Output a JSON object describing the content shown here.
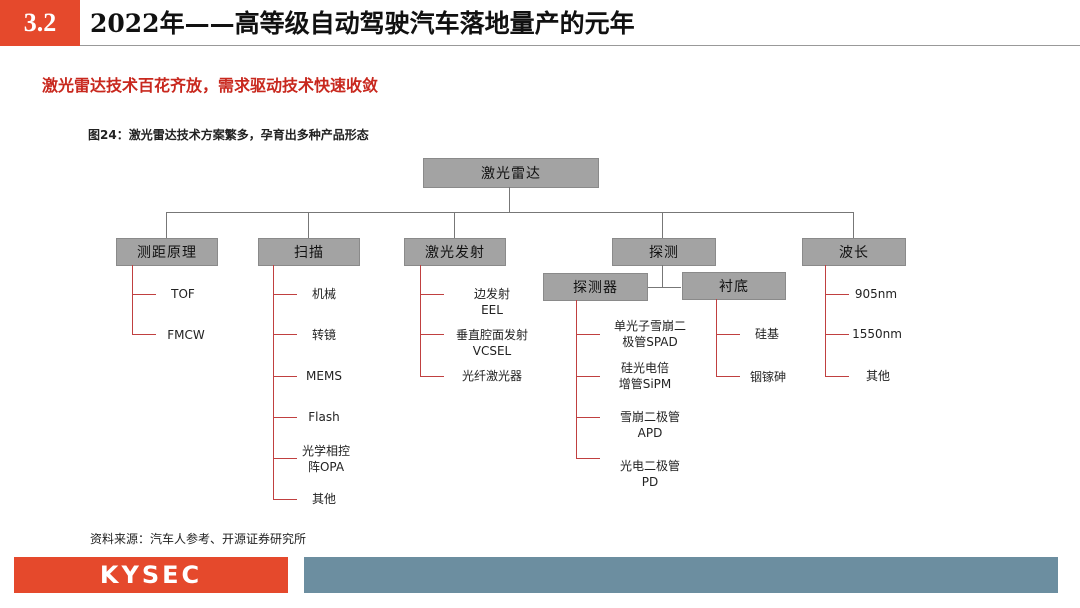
{
  "header": {
    "section": "3.2",
    "title": "2022年——高等级自动驾驶汽车落地量产的元年"
  },
  "subtitle": "激光雷达技术百花齐放，需求驱动技术快速收敛",
  "figure_caption": "图24：激光雷达技术方案繁多，孕育出多种产品形态",
  "diagram": {
    "root": "激光雷达",
    "categories": [
      "测距原理",
      "扫描",
      "激光发射",
      "探测",
      "波长"
    ],
    "ranging": [
      "TOF",
      "FMCW"
    ],
    "scanning": [
      "机械",
      "转镜",
      "MEMS",
      "Flash",
      "光学相控\n阵OPA",
      "其他"
    ],
    "emission": [
      "边发射\nEEL",
      "垂直腔面发射\nVCSEL",
      "光纤激光器"
    ],
    "detection_sub": [
      "探测器",
      "衬底"
    ],
    "detector": [
      "单光子雪崩二\n极管SPAD",
      "硅光电倍\n增管SiPM",
      "雪崩二极管\nAPD",
      "光电二极管\nPD"
    ],
    "substrate": [
      "硅基",
      "铟镓砷"
    ],
    "wavelength": [
      "905nm",
      "1550nm",
      "其他"
    ]
  },
  "source": "资料来源：汽车人参考、开源证券研究所",
  "footer": {
    "logo": "KYSEC"
  },
  "colors": {
    "accent": "#e5492c",
    "bar": "#6c8ea0",
    "box": "#a3a3a3",
    "tree_line": "#c04040"
  }
}
